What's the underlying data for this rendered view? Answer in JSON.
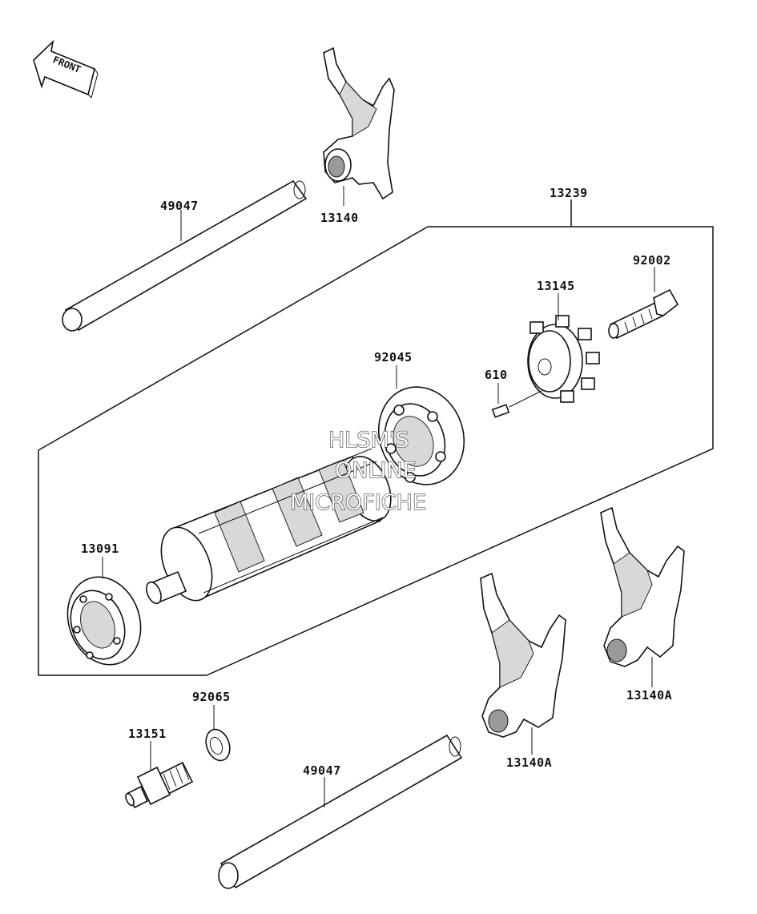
{
  "front_indicator": {
    "text": "FRONT"
  },
  "watermark": {
    "line1": "HLSM'S",
    "line2": "ONLINE",
    "line3": "MICROFICHE"
  },
  "callouts": {
    "shift_rod_upper": "49047",
    "fork_upper": "13140",
    "drum_assembly": "13239",
    "bolt": "92002",
    "cam_plate": "13145",
    "bearing_ball": "92045",
    "pin": "610",
    "bearing_left": "13091",
    "fork_right": "13140A",
    "washer": "92065",
    "switch": "13151",
    "shift_rod_lower": "49047",
    "fork_lower": "13140A"
  }
}
